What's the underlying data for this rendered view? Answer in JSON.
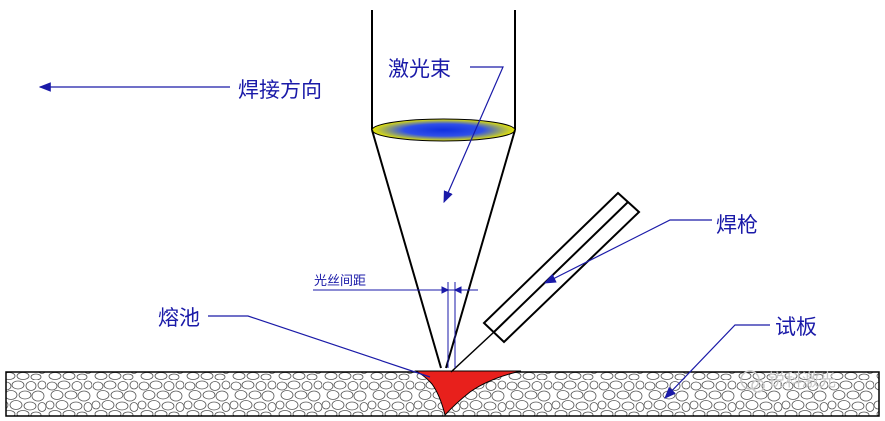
{
  "labels": {
    "welding_direction": "焊接方向",
    "laser_beam": "激光束",
    "welding_torch": "焊枪",
    "wire_gap": "光丝间距",
    "molten_pool": "熔池",
    "test_plate": "试板"
  },
  "watermark": "锐科激光",
  "colors": {
    "label": "#1a1aa8",
    "leader": "#1a1aa8",
    "molten_pool": "#e8201c",
    "lens_center": "#1030e0",
    "lens_edge": "#e8e800"
  }
}
